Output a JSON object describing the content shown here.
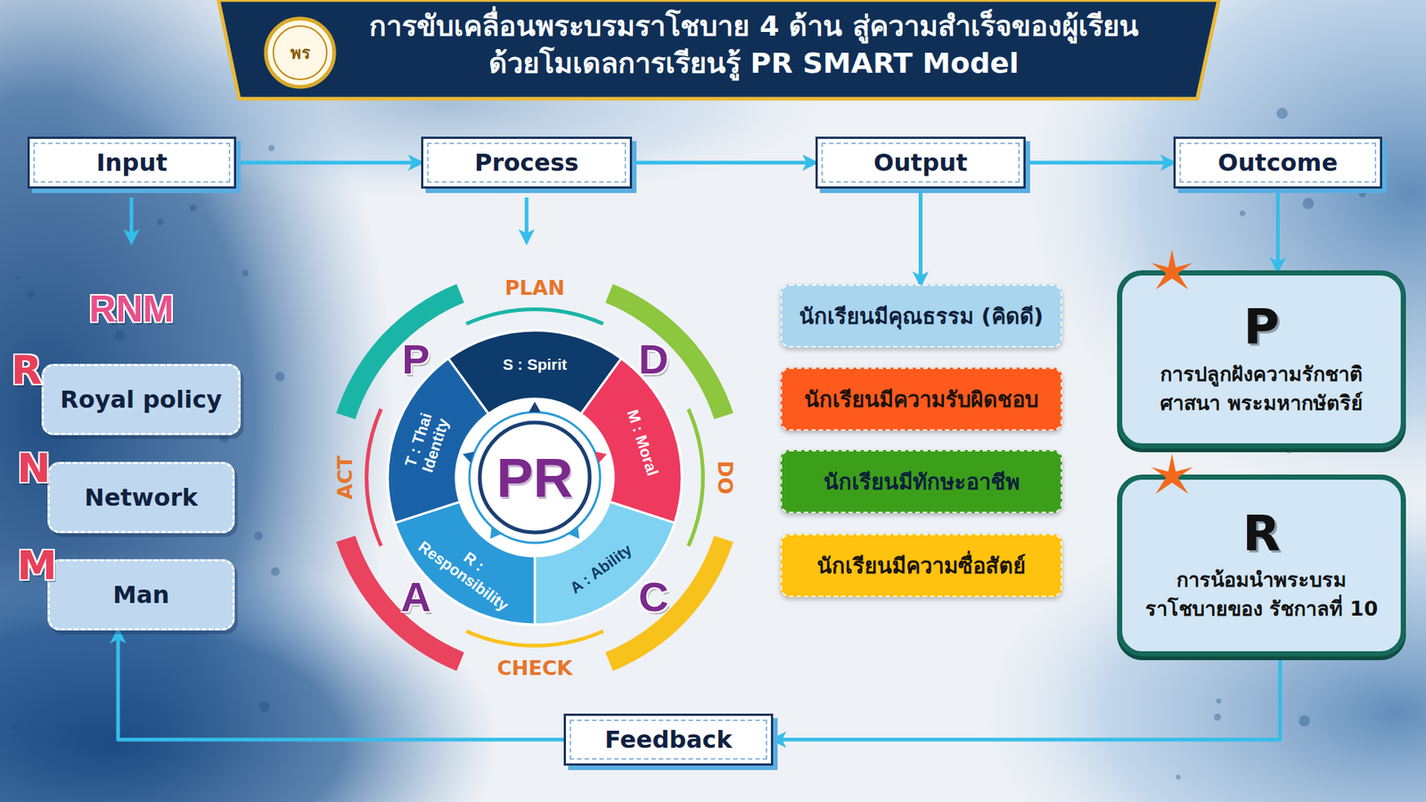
{
  "diagram": {
    "title": "การขับเคลื่อนพระบรมราโชบาย 4 ด้าน สู่ความสำเร็จของผู้เรียน ด้วยโมเดลการเรียนรู้ PR SMART Model",
    "nodes": [
      {
        "text": [
          "Input"
        ]
      },
      {
        "text": [
          "Process"
        ]
      },
      {
        "text": [
          "Output"
        ]
      },
      {
        "text": [
          "Outcome"
        ]
      },
      {
        "text": [
          "R",
          "Royal policy"
        ]
      },
      {
        "text": [
          "N",
          "Network"
        ]
      },
      {
        "text": [
          "M",
          "Man"
        ]
      },
      {
        "text": [
          "PR"
        ]
      },
      {
        "text": [
          "S : Spirit"
        ]
      },
      {
        "text": [
          "M : Moral"
        ]
      },
      {
        "text": [
          "A : Ability"
        ]
      },
      {
        "text": [
          "R : Responsibility"
        ]
      },
      {
        "text": [
          "T : Thai Identity"
        ]
      },
      {
        "text": [
          "นักเรียนมีคุณธรรม (คิดดี)"
        ]
      },
      {
        "text": [
          "นักเรียนมีความรับผิดชอบ"
        ]
      },
      {
        "text": [
          "นักเรียนมีทักษะอาชีพ"
        ]
      },
      {
        "text": [
          "นักเรียนมีความซื่อสัตย์"
        ]
      },
      {
        "text": [
          "P",
          "การปลูกฝังความรักชาติ ศาสนา พระมหากษัตริย์"
        ]
      },
      {
        "text": [
          "R",
          "การน้อมนำพระบรม ราโชบายของ รัชกาลที่ 10"
        ]
      },
      {
        "text": [
          "Feedback"
        ]
      }
    ],
    "edges": [
      {
        "from": 0,
        "to": 1,
        "arrow": "to"
      },
      {
        "from": 1,
        "to": 2,
        "arrow": "to"
      },
      {
        "from": 2,
        "to": 3,
        "arrow": "to"
      },
      {
        "from": 2,
        "to": 13,
        "arrow": "to"
      },
      {
        "from": 3,
        "to": 17,
        "arrow": "to"
      },
      {
        "from": 18,
        "to": 19,
        "arrow": "to"
      },
      {
        "from": 19,
        "to": 6,
        "arrow": "to"
      }
    ],
    "labels": [
      "RNM",
      "พร",
      "PLAN",
      "DO",
      "CHECK",
      "ACT",
      "P",
      "D",
      "C",
      "A"
    ]
  }
}
